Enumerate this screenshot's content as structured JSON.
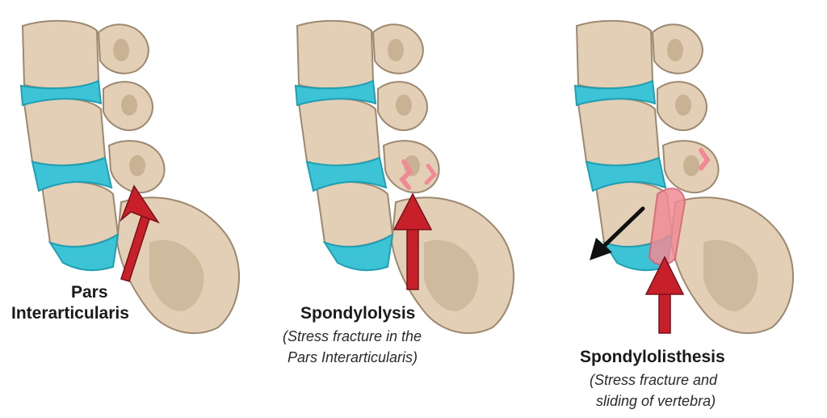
{
  "panels": [
    {
      "title_line1": "Pars",
      "title_line2": "Interarticularis"
    },
    {
      "title": "Spondylolysis",
      "sub_line1": "(Stress fracture in the",
      "sub_line2": "Pars Interarticularis)"
    },
    {
      "title": "Spondylolisthesis",
      "sub_line1": "(Stress fracture and",
      "sub_line2": "sliding of vertebra)"
    }
  ],
  "colors": {
    "bone": "#e2cfb6",
    "bone_shadow": "#c9b193",
    "bone_outline": "#9d8870",
    "disc": "#3cc3d6",
    "disc_dark": "#1f9fb4",
    "arrow": "#c8202b",
    "fracture": "#f08b95",
    "slip_arrow": "#111111"
  }
}
